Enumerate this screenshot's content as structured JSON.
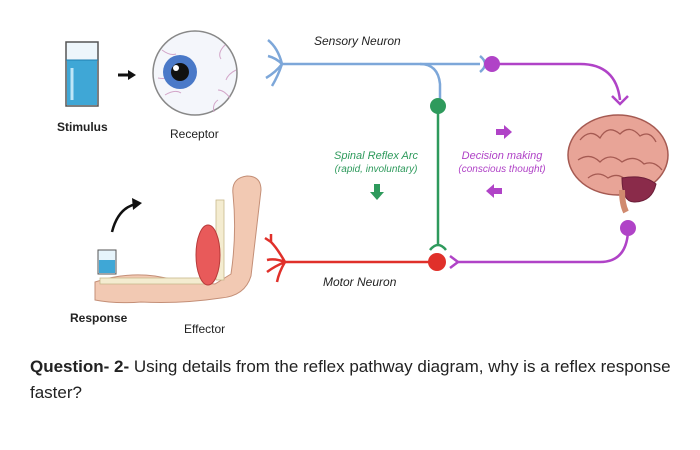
{
  "labels": {
    "stimulus": "Stimulus",
    "receptor": "Receptor",
    "response": "Response",
    "effector": "Effector",
    "sensory_neuron": "Sensory Neuron",
    "motor_neuron": "Motor Neuron",
    "spinal_reflex_arc": "Spinal Reflex Arc",
    "spinal_reflex_arc_sub": "(rapid, involuntary)",
    "decision_making": "Decision making",
    "decision_making_sub": "(conscious thought)"
  },
  "question": {
    "prefix": "Question- 2-",
    "text": " Using details from the reflex pathway diagram, why is a reflex response faster?"
  },
  "colors": {
    "sensory": "#7da7d9",
    "motor": "#e0302a",
    "spinal": "#2e9a5c",
    "brain_path": "#b043c7"
  },
  "icons": [
    "beaker-icon",
    "eyeball-icon",
    "brain-icon",
    "arm-icon",
    "arrow-icon"
  ]
}
